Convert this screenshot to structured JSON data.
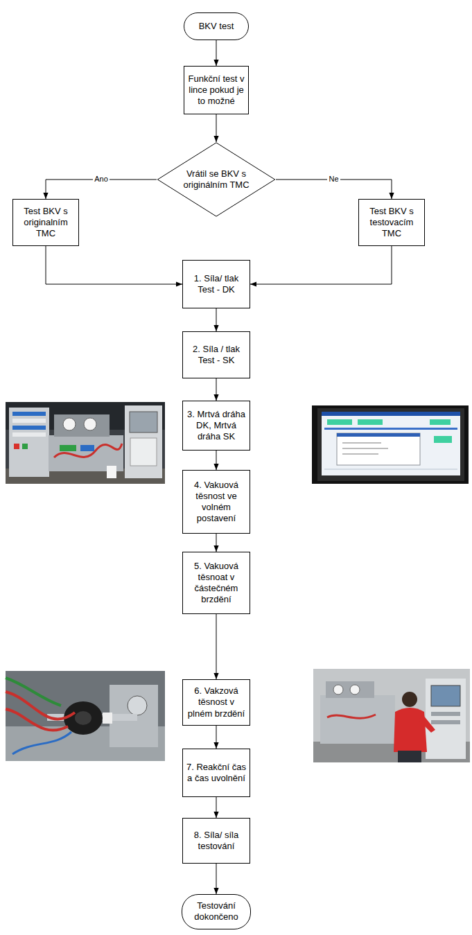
{
  "diagram": {
    "nodes": [
      {
        "text": [
          "BKV test"
        ]
      },
      {
        "text": [
          "Funkční test v lince pokud je to možné"
        ]
      },
      {
        "text": [
          "Vrátil se BKV s originálním TMC"
        ]
      },
      {
        "text": [
          "Test BKV s originalním TMC"
        ]
      },
      {
        "text": [
          "Test BKV s testovacím TMC"
        ]
      },
      {
        "text": [
          "1. Síla/ tlak Test - DK"
        ]
      },
      {
        "text": [
          "2. Síla / tlak Test - SK"
        ]
      },
      {
        "text": [
          "3. Mrtvá dráha DK, Mrtvá dráha SK"
        ]
      },
      {
        "text": [
          "4. Vakuová těsnost ve volném postavení"
        ]
      },
      {
        "text": [
          "5. Vakuová těsnoat v částečném brzdění"
        ]
      },
      {
        "text": [
          "6. Vakzová těsnost v plném brzdění"
        ]
      },
      {
        "text": [
          "7. Reakční čas a čas uvolnění"
        ]
      },
      {
        "text": [
          "8. Síla/ síla testování"
        ]
      },
      {
        "text": [
          "Testování dokončeno"
        ]
      }
    ],
    "edges": [
      {
        "from": 0,
        "to": 1,
        "arrow": "to"
      },
      {
        "from": 1,
        "to": 2,
        "arrow": "to"
      },
      {
        "from": 2,
        "to": 3,
        "label": "Ano",
        "arrow": "to"
      },
      {
        "from": 2,
        "to": 4,
        "label": "Ne",
        "arrow": "to"
      },
      {
        "from": 3,
        "to": 5,
        "arrow": "to"
      },
      {
        "from": 4,
        "to": 5,
        "arrow": "to"
      },
      {
        "from": 5,
        "to": 6,
        "arrow": "to"
      },
      {
        "from": 6,
        "to": 7,
        "arrow": "to"
      },
      {
        "from": 7,
        "to": 8,
        "arrow": "to"
      },
      {
        "from": 8,
        "to": 9,
        "arrow": "to"
      },
      {
        "from": 9,
        "to": 10,
        "arrow": "to"
      },
      {
        "from": 10,
        "to": 11,
        "arrow": "to"
      },
      {
        "from": 11,
        "to": 12,
        "arrow": "to"
      },
      {
        "from": 12,
        "to": 13,
        "arrow": "to"
      }
    ]
  }
}
